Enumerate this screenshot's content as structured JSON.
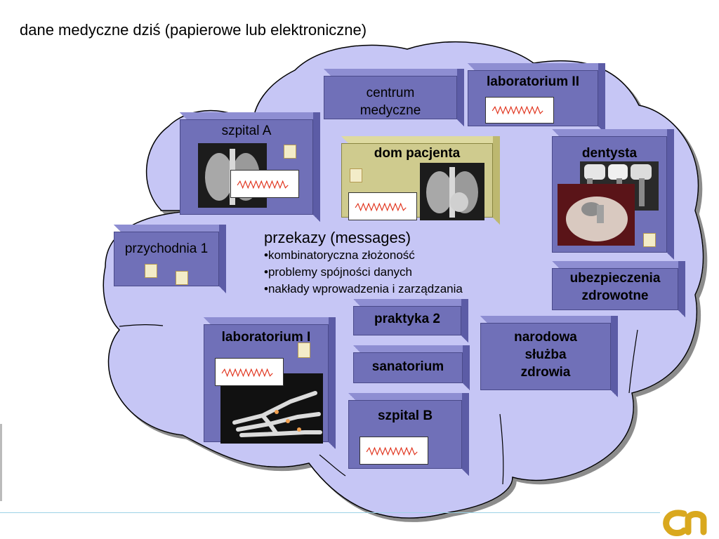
{
  "title": "dane medyczne dziś (papierowe lub elektroniczne)",
  "nodes": {
    "szpital_a": "szpital A",
    "centrum": "centrum medyczne",
    "lab2": "laboratorium II",
    "dom": "dom pacjenta",
    "dentysta": "dentysta",
    "przychodnia": "przychodnia 1",
    "ubezpieczenia": "ubezpieczenia zdrowotne",
    "praktyka": "praktyka 2",
    "lab1": "laboratorium I",
    "sanatorium": "sanatorium",
    "narodowa": "narodowa służba zdrowia",
    "szpital_b": "szpital B"
  },
  "messages": {
    "title": "przekazy (messages)",
    "items": [
      "•kombinatoryczna złożoność",
      "•problemy spójności danych",
      "•nakłady wprowadzenia i zarządzania"
    ]
  },
  "colors": {
    "cloud": "#c6c6f5",
    "box": "#7070b8",
    "home_box": "#cfcb8e",
    "wave": "#e0311a",
    "footer_line": "#9dd3e6",
    "logo": "#d9a81e"
  },
  "icons": [
    "document-icon",
    "ecg-wave-icon",
    "xray-chest-icon",
    "xray-hand-icon",
    "dental-xray-icon",
    "logo-icon"
  ]
}
